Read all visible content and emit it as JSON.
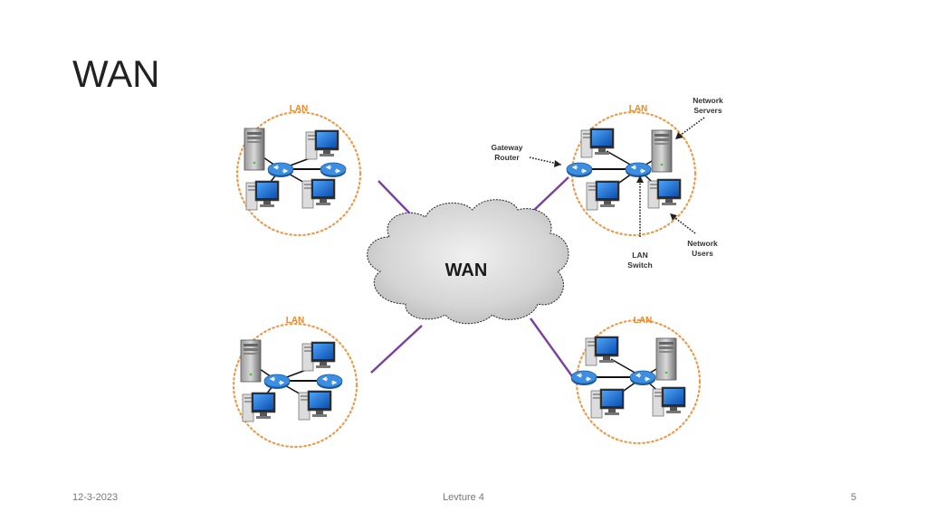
{
  "slide": {
    "title": "WAN",
    "footer_date": "12-3-2023",
    "footer_center": "Levture 4",
    "page_number": "5"
  },
  "diagram": {
    "center_label": "WAN",
    "lan_label": "LAN",
    "annotations": {
      "gateway_router": [
        "Gateway",
        "Router"
      ],
      "network_servers": [
        "Network",
        "Servers"
      ],
      "lan_switch": [
        "LAN",
        "Switch"
      ],
      "network_users": [
        "Network",
        "Users"
      ]
    },
    "colors": {
      "link": "#7b3fa0",
      "lan_ring": "#ef9a4a",
      "router": "#2a78c8",
      "monitor": "#1f6fd1"
    }
  }
}
